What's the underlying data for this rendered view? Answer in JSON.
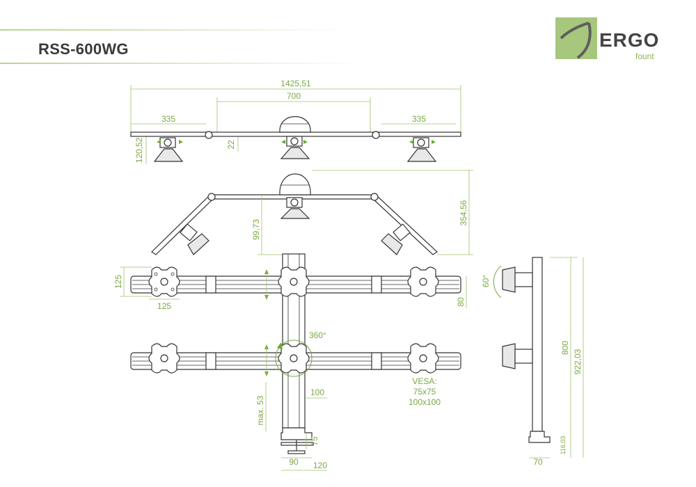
{
  "header": {
    "model": "RSS-600WG",
    "line_color": "#b8d58c"
  },
  "logo": {
    "word": "ERGO",
    "sub": "fount",
    "color": "#a6c77c"
  },
  "dimensions": {
    "top_total": "1425,51",
    "top_center": "700",
    "top_left": "335",
    "top_right": "335",
    "top_height": "120,52",
    "top_gap": "22",
    "angled_height": "354,56",
    "angled_depth": "99,73",
    "bar_height": "125",
    "bar_width": "125",
    "bar_thickness": "80",
    "rotation": "360°",
    "tilt": "60°",
    "pole_offset": "100",
    "clamp_max": "max. 53",
    "clamp_75": "75",
    "base_90": "90",
    "base_120": "120",
    "side_800": "800",
    "side_922": "922,03",
    "side_116": "116,03",
    "side_70": "70"
  },
  "vesa": {
    "label": "VESA:",
    "size1": "75x75",
    "size2": "100x100"
  },
  "colors": {
    "dimension": "#7aa843",
    "arrow": "#6cab2e",
    "line": "#333333"
  }
}
